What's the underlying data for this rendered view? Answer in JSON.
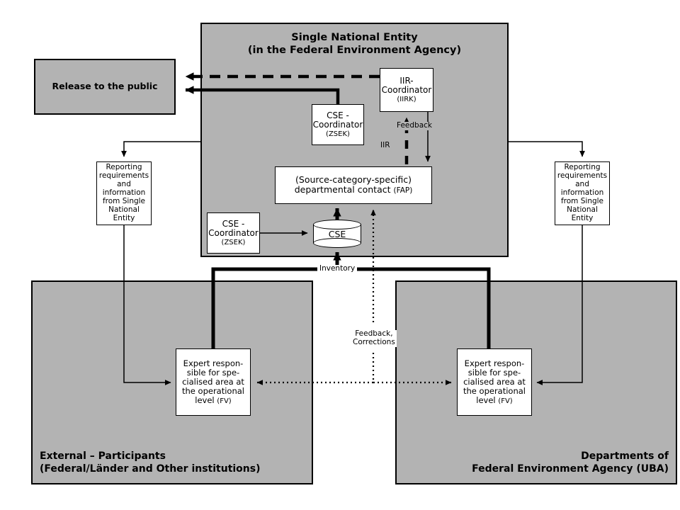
{
  "diagram": {
    "title": "Single National Entity inventory reporting workflow",
    "colors": {
      "panel_fill": "#b3b3b3",
      "box_fill": "#ffffff",
      "stroke": "#000000",
      "background": "#ffffff"
    }
  },
  "panels": {
    "single_national_entity": {
      "title": "Single National Entity\n(in the Federal Environment Agency)"
    },
    "external_participants": {
      "title": "External – Participants\n(Federal/Länder and Other institutions)"
    },
    "uba_departments": {
      "title": "Departments of\nFederal Environment Agency (UBA)"
    }
  },
  "boxes": {
    "release_public": {
      "label": "Release to the public"
    },
    "iir_coordinator": {
      "line1": "IIR-",
      "line2": "Coordinator",
      "abbrev": "(IIRK)"
    },
    "cse_coordinator_top": {
      "line1": "CSE -",
      "line2": "Coordinator",
      "abbrev": "(ZSEK)"
    },
    "cse_coordinator_bottom": {
      "line1": "CSE -",
      "line2": "Coordinator",
      "abbrev": "(ZSEK)"
    },
    "departmental_contact": {
      "line1": "(Source-category-specific)",
      "line2": "departmental contact",
      "abbrev": "(FAP)"
    },
    "cse_database": {
      "label": "CSE"
    },
    "reporting_left": {
      "label": "Reporting\nrequirements\nand\ninformation\nfrom Single\nNational Entity"
    },
    "reporting_right": {
      "label": "Reporting\nrequirements\nand\ninformation\nfrom Single\nNational Entity"
    },
    "expert_left": {
      "line1": "Expert respon-",
      "line2": "sible for spe-",
      "line3": "cialised area at",
      "line4": "the operational",
      "line5": "level",
      "abbrev": "(FV)"
    },
    "expert_right": {
      "line1": "Expert respon-",
      "line2": "sible for spe-",
      "line3": "cialised area at",
      "line4": "the operational",
      "line5": "level",
      "abbrev": "(FV)"
    }
  },
  "edge_labels": {
    "feedback": "Feedback",
    "iir": "IIR",
    "inventory": "Inventory",
    "feedback_corrections": "Feedback,\nCorrections"
  }
}
